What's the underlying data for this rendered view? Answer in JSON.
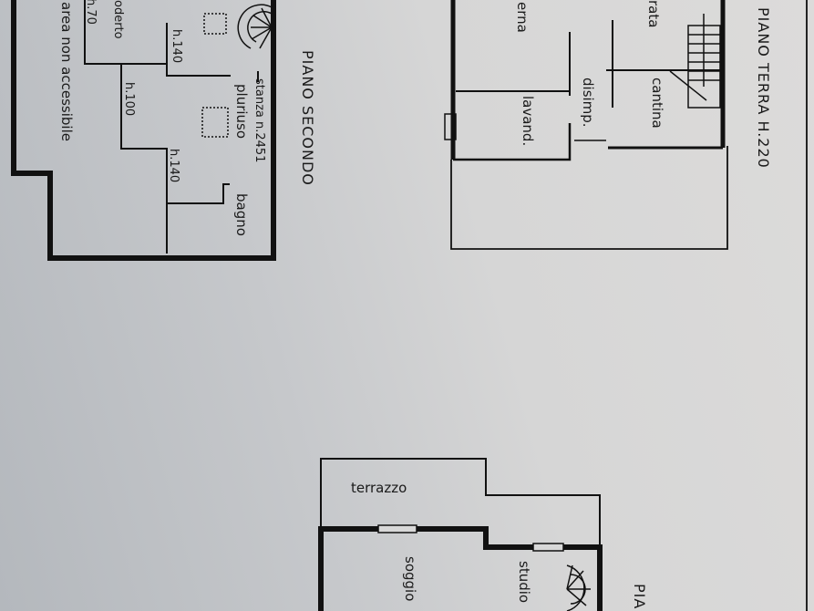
{
  "piano_secondo": {
    "title": "PIANO SECONDO",
    "room_label": "stanza n.2451",
    "room_use": "pluriuso",
    "bath": "bagno",
    "height_1": "h.140",
    "height_2": "h.100",
    "height_3": "h.140",
    "height_4": "h.70",
    "partial_label": "oderto",
    "inaccessible": "area non accessibile"
  },
  "piano_terra": {
    "title": "PIANO TERRA H.220",
    "cellar": "cantina",
    "hall": "disimp.",
    "laundry": "lavand.",
    "partial_left": "erna",
    "partial_top": "rata"
  },
  "piano_primo": {
    "title_partial": "PIA",
    "terrace": "terrazzo",
    "living": "soggio",
    "study": "studio"
  },
  "colors": {
    "ink": "#1a1a1a",
    "paper": "#d4d4d4"
  }
}
